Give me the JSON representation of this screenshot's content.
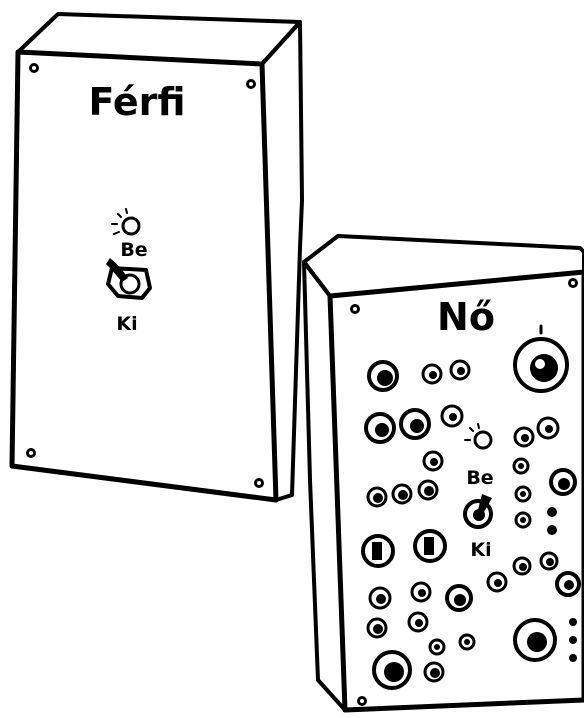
{
  "cartoon": {
    "male_box": {
      "title": "Férfi",
      "switch_on": "Be",
      "switch_off": "Ki"
    },
    "female_box": {
      "title": "Nő",
      "switch_on": "Be",
      "switch_off": "Ki"
    }
  },
  "colors": {
    "ink": "#000000",
    "paper": "#ffffff"
  }
}
